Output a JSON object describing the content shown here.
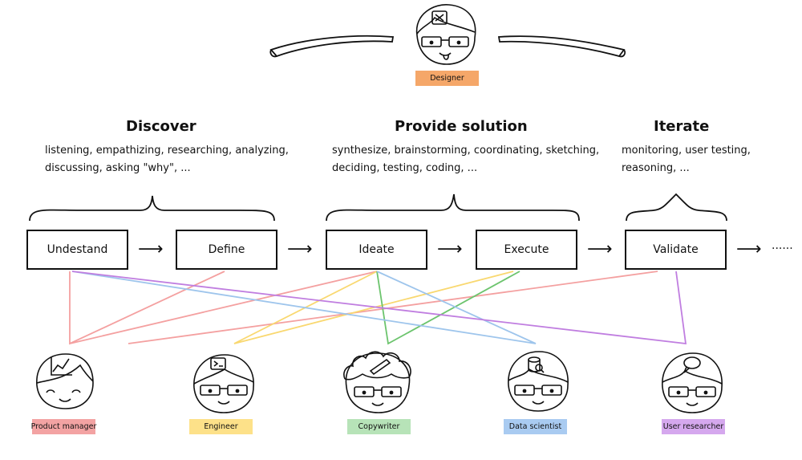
{
  "designer": {
    "label": "Designer",
    "color": "#f5a769"
  },
  "phases": [
    {
      "title": "Discover",
      "desc_line1": "listening, empathizing, researching, analyzing,",
      "desc_line2": "discussing, asking \"why\", ..."
    },
    {
      "title": "Provide solution",
      "desc_line1": "synthesize, brainstorming, coordinating, sketching,",
      "desc_line2": "deciding, testing, coding, ..."
    },
    {
      "title": "Iterate",
      "desc_line1": "monitoring, user testing,",
      "desc_line2": "reasoning, ..."
    }
  ],
  "stages": [
    "Undestand",
    "Define",
    "Ideate",
    "Execute",
    "Validate"
  ],
  "continuation": "······",
  "roles": [
    {
      "label": "Product manager",
      "color": "#f3a3a3",
      "icon": "chart-icon"
    },
    {
      "label": "Engineer",
      "color": "#fde189",
      "icon": "terminal-icon"
    },
    {
      "label": "Copywriter",
      "color": "#b7e3b8",
      "icon": "pen-icon"
    },
    {
      "label": "Data scientist",
      "color": "#a9cbf1",
      "icon": "database-icon"
    },
    {
      "label": "User researcher",
      "color": "#d5a8ee",
      "icon": "speech-bubble-icon"
    }
  ],
  "connection_colors": {
    "pm": "#f4a0a0",
    "engineer": "#f9d870",
    "copywriter": "#6cc46d",
    "data": "#9ec5ec",
    "researcher": "#c07ee0"
  }
}
